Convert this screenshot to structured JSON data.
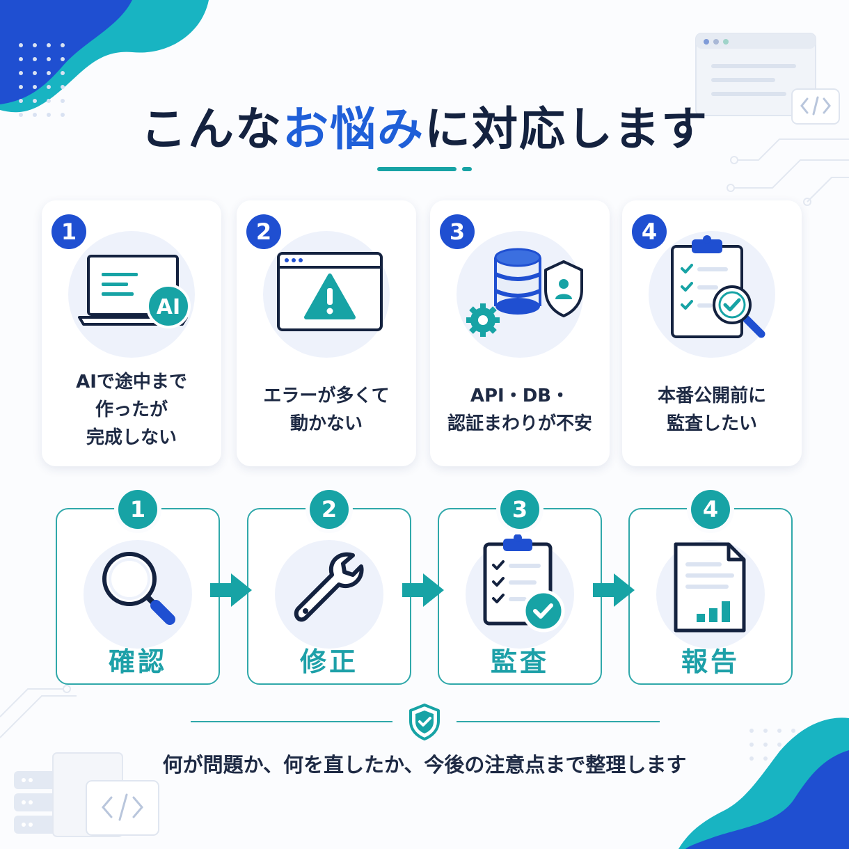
{
  "header": {
    "title_pre": "こんな",
    "title_highlight": "お悩み",
    "title_post": "に対応します"
  },
  "problems": [
    {
      "number": "1",
      "icon": "laptop-ai-icon",
      "badge": "AI",
      "lines": [
        "AIで途中まで",
        "作ったが",
        "完成しない"
      ]
    },
    {
      "number": "2",
      "icon": "browser-warning-icon",
      "lines": [
        "エラーが多くて",
        "動かない"
      ]
    },
    {
      "number": "3",
      "icon": "database-security-icon",
      "lines": [
        "API・DB・",
        "認証まわりが不安"
      ]
    },
    {
      "number": "4",
      "icon": "clipboard-inspect-icon",
      "lines": [
        "本番公開前に",
        "監査したい"
      ]
    }
  ],
  "steps": [
    {
      "number": "1",
      "icon": "magnifier-icon",
      "label": "確認"
    },
    {
      "number": "2",
      "icon": "wrench-icon",
      "label": "修正"
    },
    {
      "number": "3",
      "icon": "checklist-approved-icon",
      "label": "監査"
    },
    {
      "number": "4",
      "icon": "report-chart-icon",
      "label": "報告"
    }
  ],
  "footer": {
    "icon": "shield-check-icon",
    "text": "何が問題か、何を直したか、今後の注意点まで整理します"
  },
  "colors": {
    "navy": "#14223f",
    "blue": "#1f5fd8",
    "teal": "#17a3a5",
    "halo": "#eef2fb"
  }
}
